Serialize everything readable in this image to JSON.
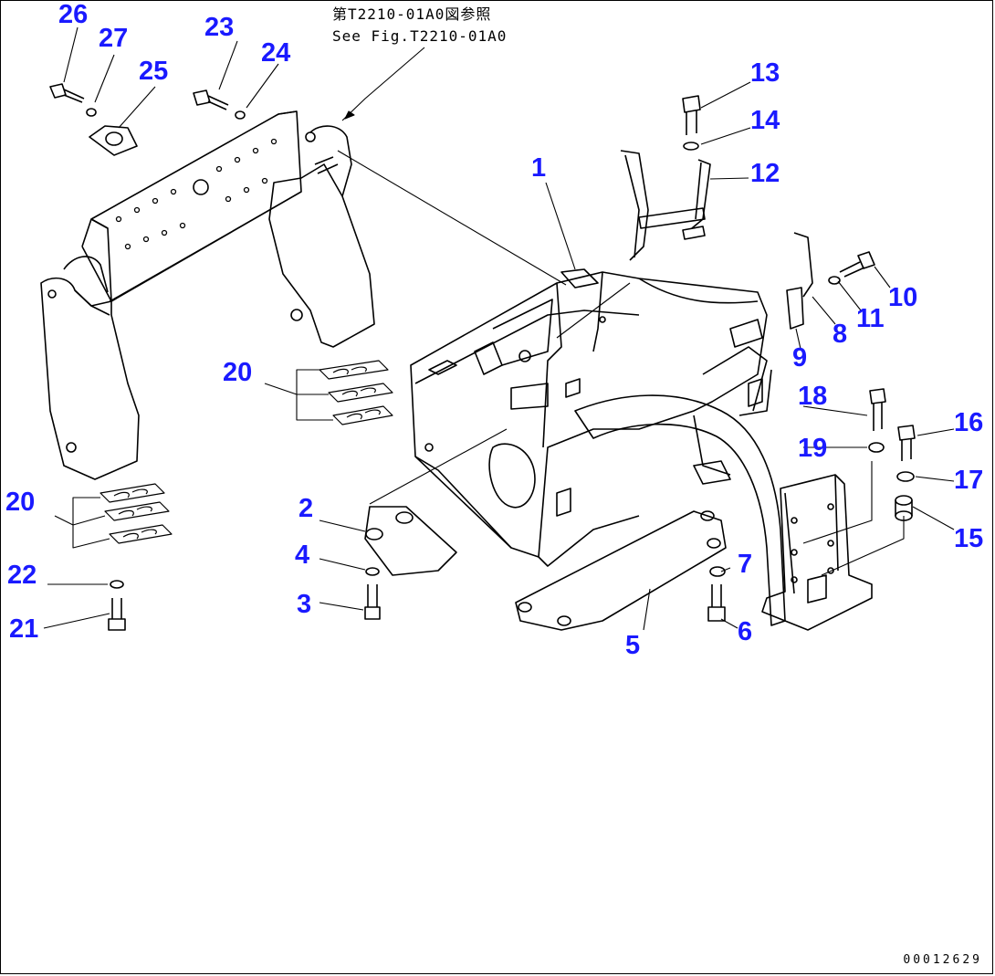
{
  "reference_note": {
    "line1": "第T2210-01A0図参照",
    "line2": "See Fig.T2210-01A0"
  },
  "drawing_number": "00012629",
  "callouts": {
    "p1": "1",
    "p2": "2",
    "p3": "3",
    "p4": "4",
    "p5": "5",
    "p6": "6",
    "p7": "7",
    "p8": "8",
    "p9": "9",
    "p10": "10",
    "p11": "11",
    "p12": "12",
    "p13": "13",
    "p14": "14",
    "p15": "15",
    "p16": "16",
    "p17": "17",
    "p18": "18",
    "p19": "19",
    "p20a": "20",
    "p20b": "20",
    "p21": "21",
    "p22": "22",
    "p23": "23",
    "p24": "24",
    "p25": "25",
    "p26": "26",
    "p27": "27"
  },
  "colors": {
    "callout": "#1a1aff",
    "linework": "#000000",
    "background": "#ffffff"
  }
}
